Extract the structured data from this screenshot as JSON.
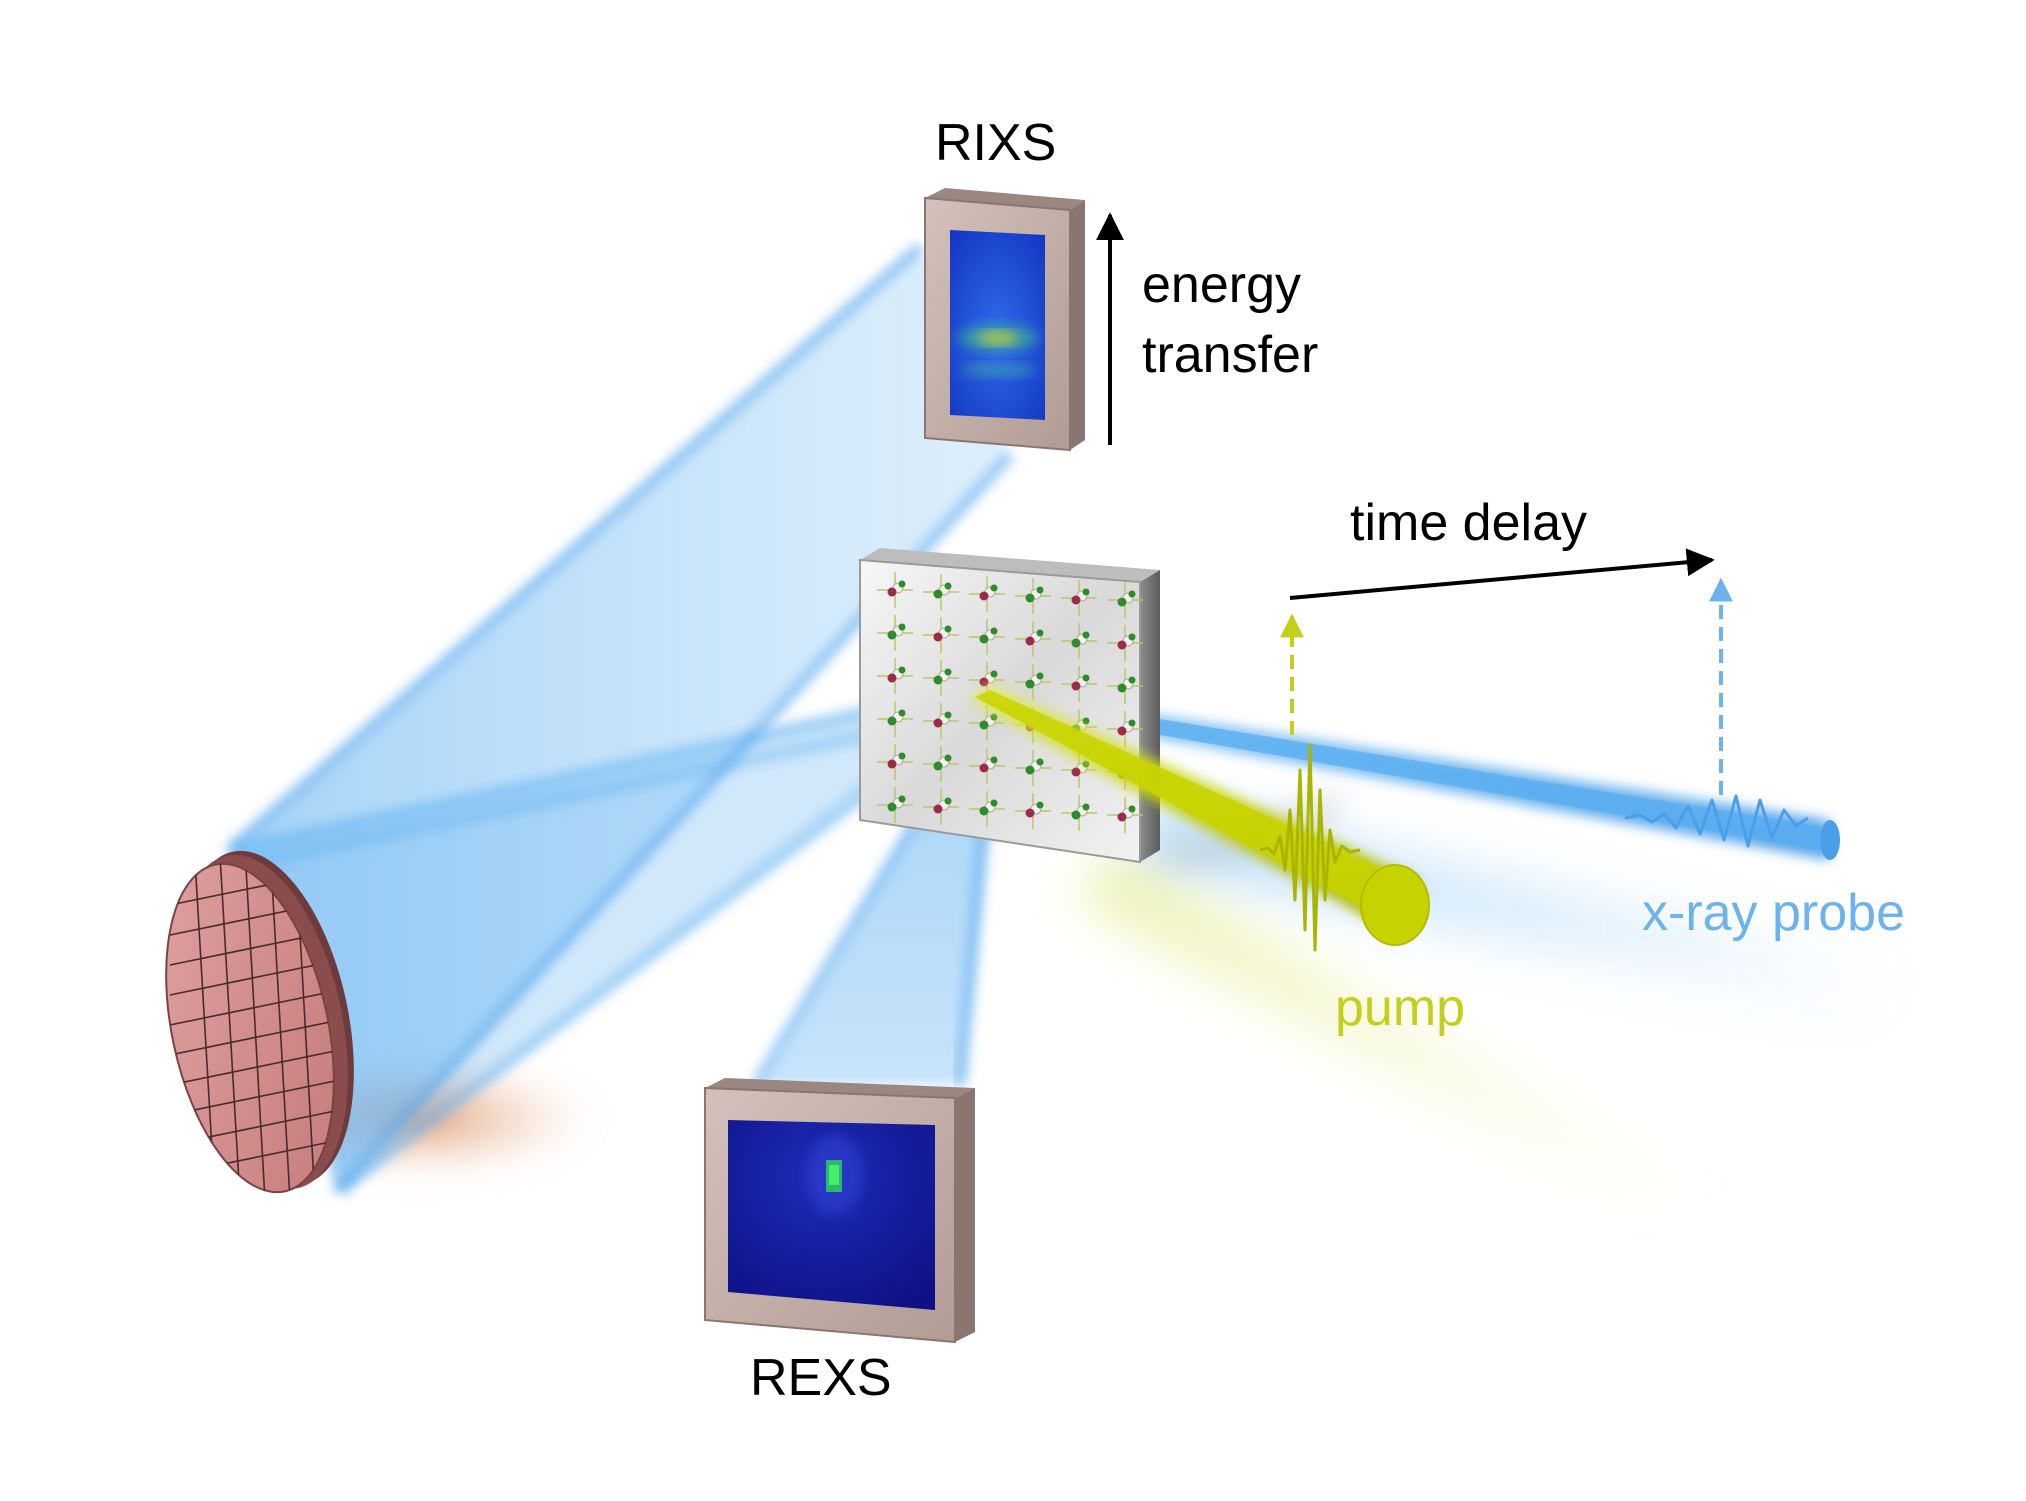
{
  "labels": {
    "rixs": "RIXS",
    "energy_line1": "energy",
    "energy_line2": "transfer",
    "time_delay": "time delay",
    "xray_probe": "x-ray probe",
    "pump": "pump",
    "rexs": "REXS"
  },
  "colors": {
    "xray_beam": "#5aaef0",
    "pump_beam": "#c8d400",
    "pump_text": "#c3cf1a",
    "probe_text": "#6cb3ee",
    "detector_frame": "#c3aea8",
    "rixs_screen": "#1b45cf",
    "rexs_screen": "#12138f",
    "mirror": "#d28d8d",
    "mirror_edge": "#6d3b3b",
    "sample_face": "#ececec",
    "atom_green": "#2e8b2e",
    "atom_red": "#9b2b4a",
    "text": "#000000"
  }
}
